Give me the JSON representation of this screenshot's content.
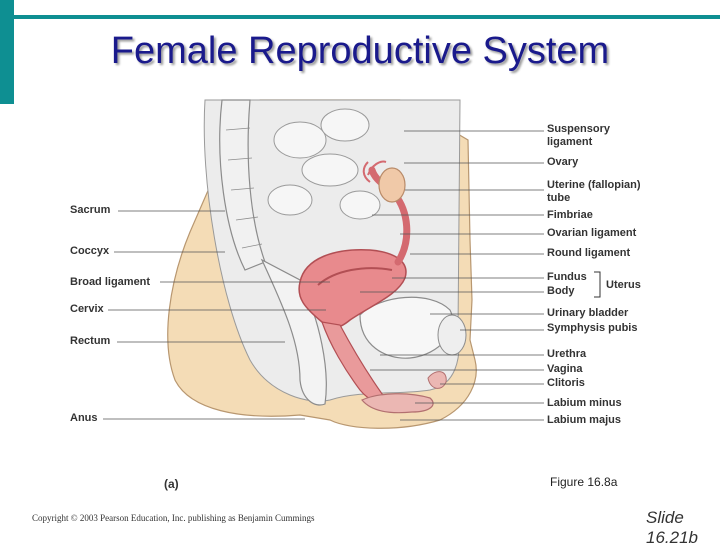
{
  "slide": {
    "title": "Female Reproductive System",
    "accent_color": "#0e8f92",
    "title_color": "#1a1a8c",
    "figure_caption": "Figure 16.8a",
    "part_label": "(a)",
    "copyright": "Copyright © 2003 Pearson Education, Inc. publishing as Benjamin Cummings",
    "slide_number_line1": "Slide",
    "slide_number_line2": "16.21b"
  },
  "labels_left": {
    "sacrum": "Sacrum",
    "coccyx": "Coccyx",
    "broad_ligament": "Broad ligament",
    "cervix": "Cervix",
    "rectum": "Rectum",
    "anus": "Anus"
  },
  "labels_right": {
    "suspensory_ligament_1": "Suspensory",
    "suspensory_ligament_2": "ligament",
    "ovary": "Ovary",
    "uterine_tube_1": "Uterine (fallopian)",
    "uterine_tube_2": "tube",
    "fimbriae": "Fimbriae",
    "ovarian_ligament": "Ovarian ligament",
    "round_ligament": "Round ligament",
    "fundus": "Fundus",
    "body": "Body",
    "uterus": "Uterus",
    "urinary_bladder": "Urinary bladder",
    "symphysis_pubis": "Symphysis pubis",
    "urethra": "Urethra",
    "vagina": "Vagina",
    "clitoris": "Clitoris",
    "labium_minus": "Labium minus",
    "labium_majus": "Labium majus"
  }
}
